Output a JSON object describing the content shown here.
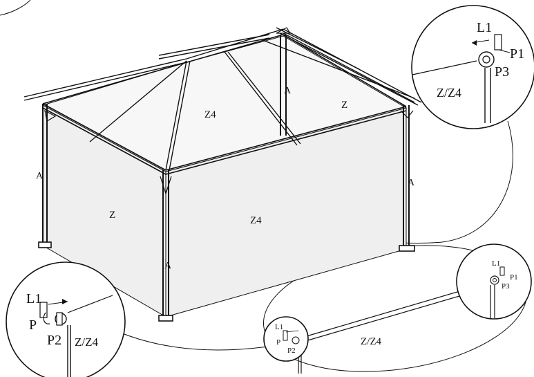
{
  "labels": {
    "upright": "A",
    "panel_side": "Z",
    "panel_front": "Z4",
    "panel_roof_z4": "Z4",
    "panel_roof_z": "Z",
    "detail_panel": "Z/Z4",
    "part_l1": "L1",
    "part_p1": "P1",
    "part_p2": "P2",
    "part_p3": "P3",
    "part_p": "P"
  }
}
